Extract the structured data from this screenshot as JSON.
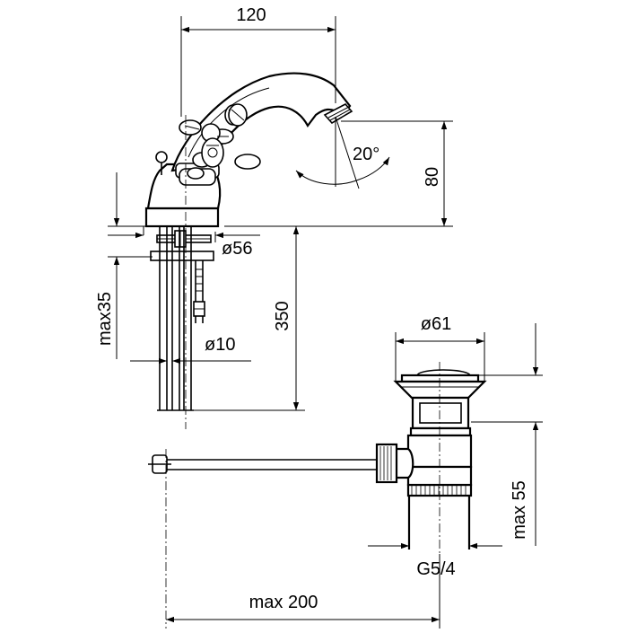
{
  "dimensions": {
    "width_top": "120",
    "height_right": "80",
    "spout_angle": "20°",
    "base_diameter": "ø56",
    "max_thickness": "max35",
    "hose_length": "350",
    "tail_diameter": "ø10",
    "waste_diameter": "ø61",
    "waste_height": "max 55",
    "waste_thread": "G5/4",
    "rod_length": "max 200"
  }
}
